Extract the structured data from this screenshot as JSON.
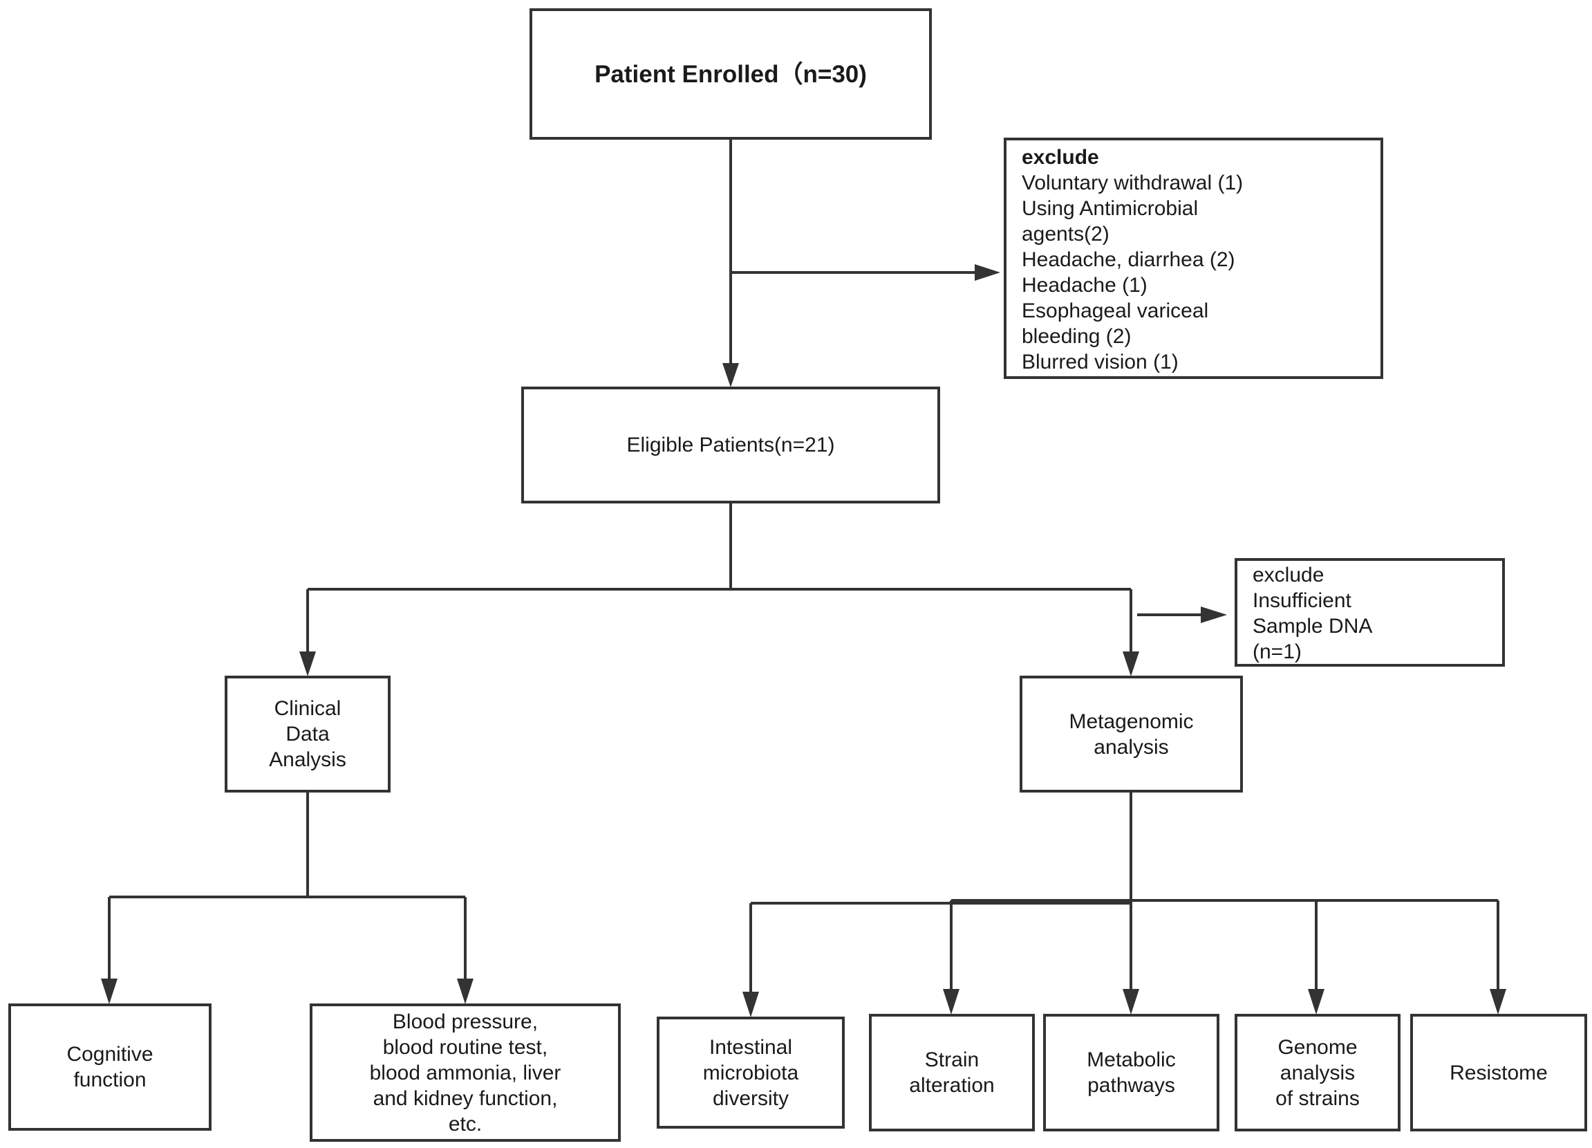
{
  "nodes": {
    "enrolled": "Patient Enrolled（n=30)",
    "exclude1": {
      "heading": "exclude",
      "items": [
        "Voluntary withdrawal (1)",
        "Using Antimicrobial",
        "agents(2)",
        "Headache, diarrhea (2)",
        "Headache (1)",
        "Esophageal variceal",
        "bleeding (2)",
        "Blurred vision (1)"
      ]
    },
    "eligible": "Eligible Patients(n=21)",
    "exclude2": {
      "heading": "exclude",
      "items": [
        "Insufficient",
        "Sample DNA",
        "(n=1)"
      ]
    },
    "clinical": "Clinical\nData\nAnalysis",
    "metagenomic": "Metagenomic\nanalysis",
    "cognitive": "Cognitive\nfunction",
    "blood": "Blood pressure,\nblood routine test,\nblood ammonia, liver\nand kidney function,\netc.",
    "diversity": "Intestinal\nmicrobiota\ndiversity",
    "strain": "Strain\nalteration",
    "metabolic": "Metabolic\npathways",
    "genome": "Genome\nanalysis\nof strains",
    "resistome": "Resistome"
  }
}
